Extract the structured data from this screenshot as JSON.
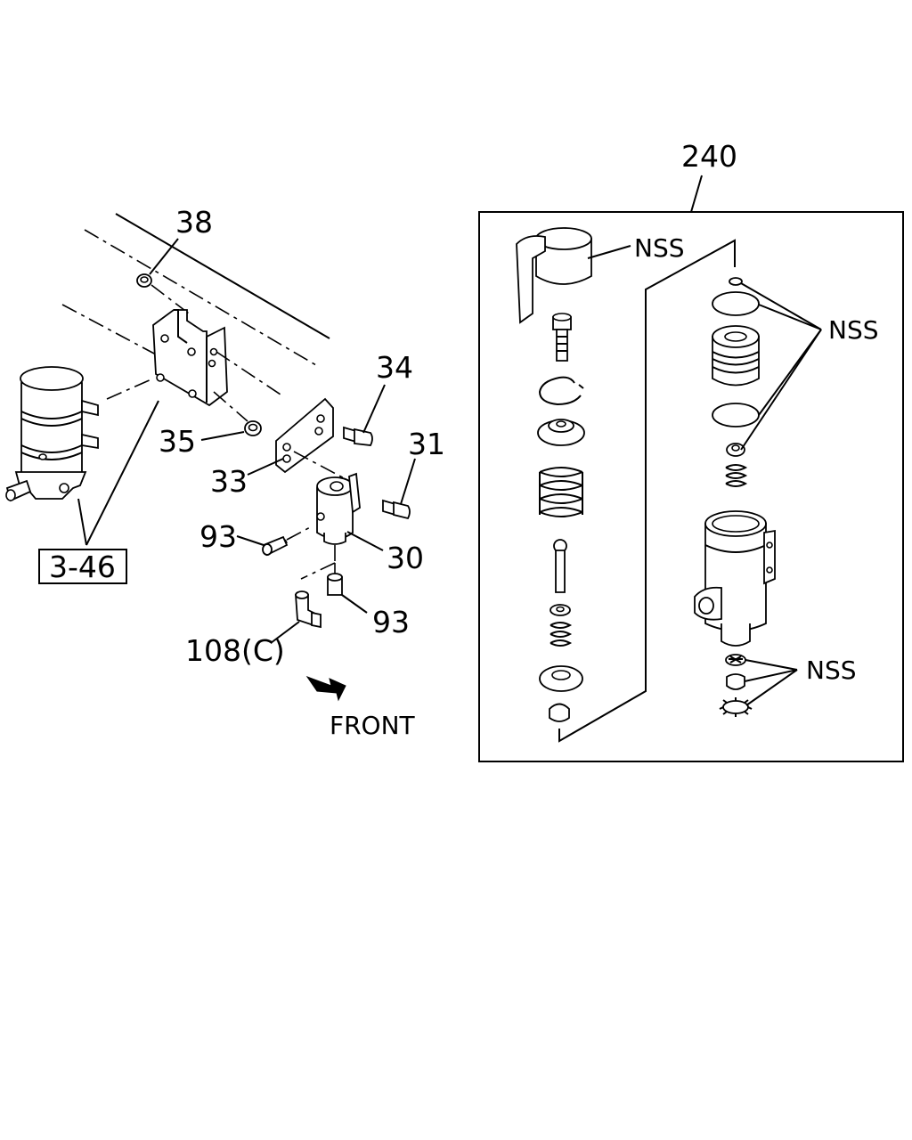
{
  "labels": {
    "p240": "240",
    "p38": "38",
    "p34": "34",
    "p35": "35",
    "p31": "31",
    "p33": "33",
    "p93a": "93",
    "p30": "30",
    "p346": "3-46",
    "p93b": "93",
    "p108": "108(C)",
    "front": "FRONT",
    "nss1": "NSS",
    "nss2": "NSS",
    "nss3": "NSS"
  }
}
